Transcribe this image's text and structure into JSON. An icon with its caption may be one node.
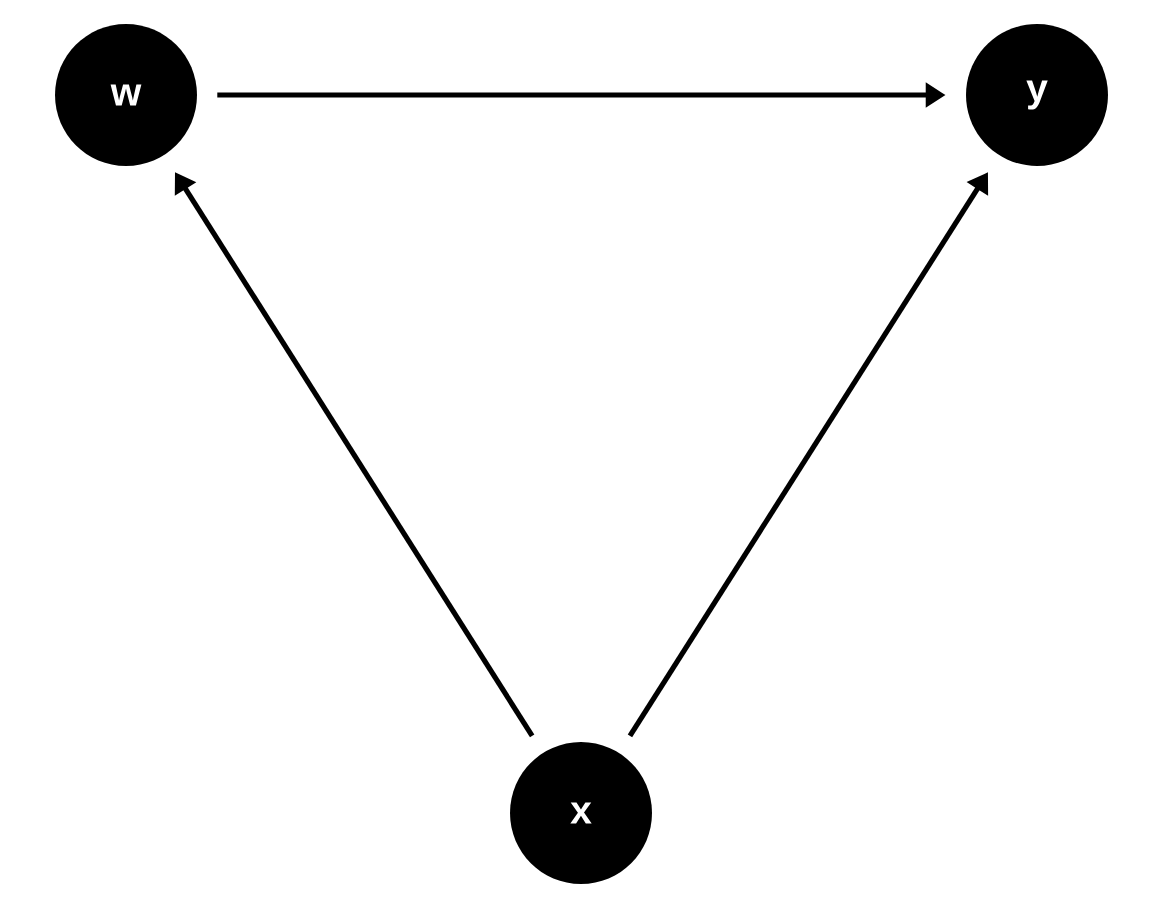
{
  "diagram": {
    "nodes": [
      {
        "text": [
          "w"
        ]
      },
      {
        "text": [
          "y"
        ]
      },
      {
        "text": [
          "x"
        ]
      }
    ],
    "edges": [
      {
        "from": 0,
        "to": 1,
        "arrow": "to"
      },
      {
        "from": 2,
        "to": 0,
        "arrow": "to"
      },
      {
        "from": 2,
        "to": 1,
        "arrow": "to"
      }
    ]
  }
}
